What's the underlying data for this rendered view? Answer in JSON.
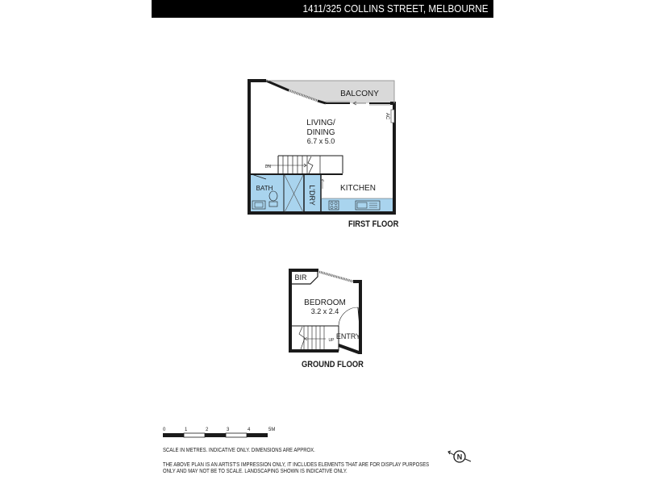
{
  "header": {
    "title": "1411/325 COLLINS STREET, MELBOURNE"
  },
  "first_floor": {
    "title": "FIRST FLOOR",
    "rooms": {
      "balcony": "BALCONY",
      "living_line1": "LIVING/",
      "living_line2": "DINING",
      "living_dims": "6.7 x 5.0",
      "bath": "BATH",
      "laundry": "L'DRY",
      "kitchen": "KITCHEN",
      "ac": "AC",
      "stair_dir": "DN"
    }
  },
  "ground_floor": {
    "title": "GROUND FLOOR",
    "rooms": {
      "bir": "BIR",
      "bedroom": "BEDROOM",
      "bedroom_dims": "3.2 x 2.4",
      "entry": "ENTRY",
      "stair_dir": "UP"
    }
  },
  "scale_bar": {
    "ticks": [
      "0",
      "1",
      "2",
      "3",
      "4",
      "5M"
    ],
    "note": "SCALE IN METRES. INDICATIVE ONLY. DIMENSIONS ARE APPROX."
  },
  "disclaimer": {
    "line1": "THE ABOVE PLAN IS AN ARTIST'S IMPRESSION ONLY, IT INCLUDES ELEMENTS THAT ARE FOR DISPLAY PURPOSES",
    "line2": "ONLY AND MAY NOT BE TO SCALE. LANDSCAPING SHOWN IS INDICATIVE ONLY."
  },
  "compass": {
    "label": "N",
    "icon": "north-arrow-icon"
  },
  "colors": {
    "wet_area": "#a9d4ee",
    "balcony": "#d9d9d9",
    "wall": "#1a1a1a",
    "header_bg": "#000000"
  }
}
